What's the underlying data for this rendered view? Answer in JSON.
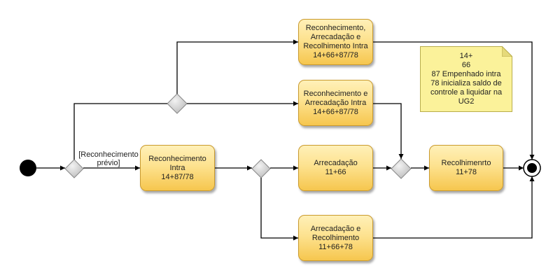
{
  "activities": {
    "reconhecimento_intra": {
      "lines": [
        "Reconhecimento",
        "Intra",
        "14+87/78"
      ]
    },
    "reconh_arrec_recolh_intra": {
      "lines": [
        "Reconhecimento,",
        "Arrecadação e",
        "Recolhimento  Intra",
        "14+66+87/78"
      ]
    },
    "reconh_arrec_intra": {
      "lines": [
        "Reconhecimento e",
        "Arrecadação  Intra",
        "14+66+87/78"
      ]
    },
    "arrecadacao": {
      "lines": [
        "Arrecadação",
        "11+66"
      ]
    },
    "arrecadacao_recolhimento": {
      "lines": [
        "Arrecadação e",
        "Recolhimento",
        "11+66+78"
      ]
    },
    "recolhimento": {
      "lines": [
        "Recolhimenrto",
        "11+78"
      ]
    }
  },
  "guard": {
    "lines": [
      "[Reconhecimento",
      "prévio]"
    ]
  },
  "note": {
    "lines": [
      "14+",
      "66",
      "87 Empenhado intra",
      "78 inicializa saldo de",
      "controle a liquidar na",
      "UG2"
    ]
  },
  "colors": {
    "activity_fill_top": "#fff0b8",
    "activity_fill_bottom": "#f6c64e",
    "activity_border": "#c99a2e",
    "note_fill": "#fbf29a",
    "decision_fill": "#d4d4d4",
    "line": "#000000"
  }
}
